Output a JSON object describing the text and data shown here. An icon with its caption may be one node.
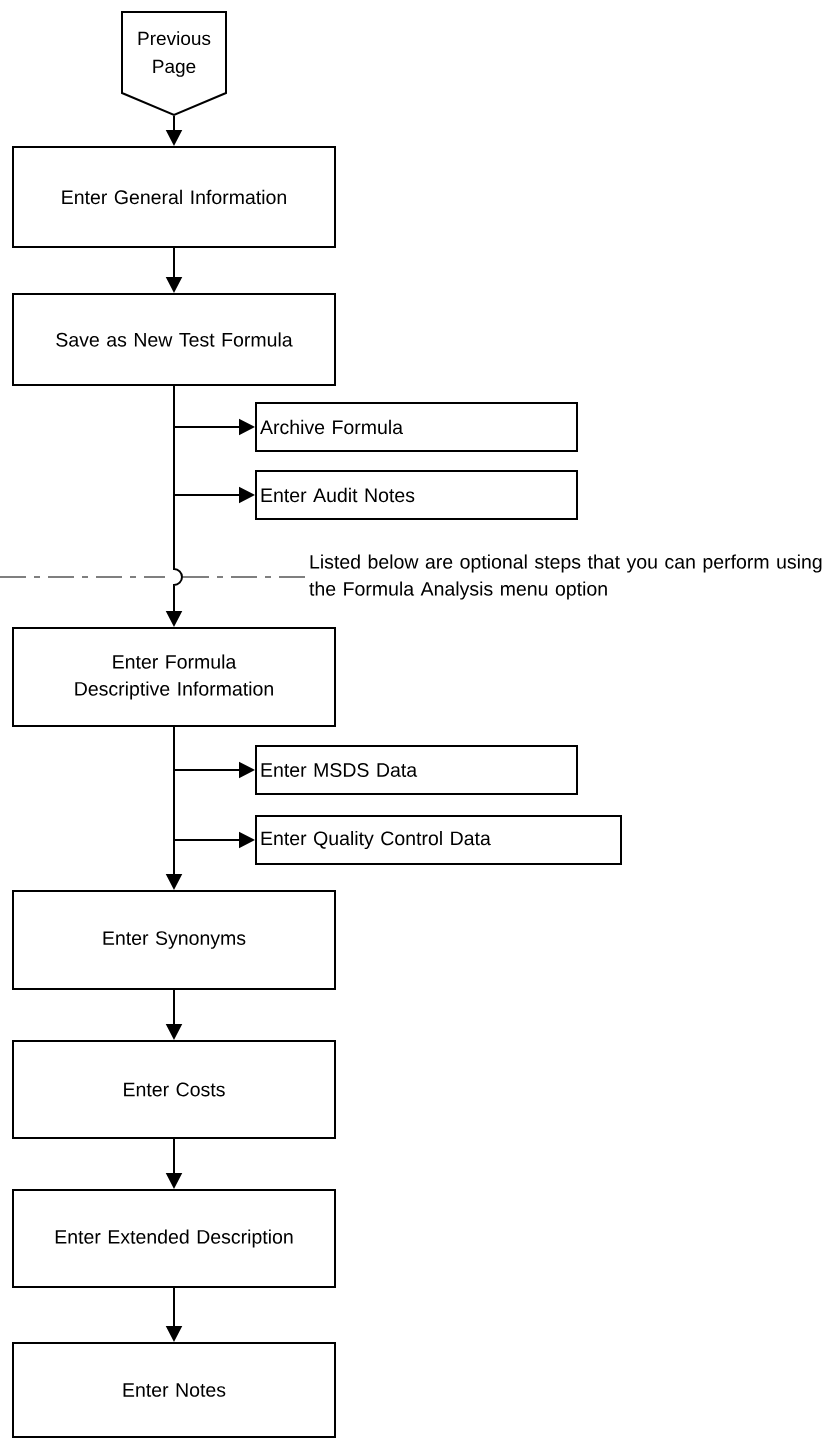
{
  "diagram": {
    "nodes": [
      {
        "text": [
          "Previous Page"
        ]
      },
      {
        "text": [
          "Enter General Information"
        ]
      },
      {
        "text": [
          "Save as New Test Formula"
        ]
      },
      {
        "text": [
          "Archive Formula"
        ]
      },
      {
        "text": [
          "Enter Audit Notes"
        ]
      },
      {
        "text": [
          "Enter Formula Descriptive Information"
        ]
      },
      {
        "text": [
          "Enter MSDS Data"
        ]
      },
      {
        "text": [
          "Enter Quality Control Data"
        ]
      },
      {
        "text": [
          "Enter Synonyms"
        ]
      },
      {
        "text": [
          "Enter Costs"
        ]
      },
      {
        "text": [
          "Enter Extended Description"
        ]
      },
      {
        "text": [
          "Enter Notes"
        ]
      }
    ],
    "edges": [
      {
        "from": 0,
        "to": 1,
        "arrow": "to"
      },
      {
        "from": 1,
        "to": 2,
        "arrow": "to"
      },
      {
        "from": 2,
        "to": 3,
        "arrow": "to"
      },
      {
        "from": 2,
        "to": 4,
        "arrow": "to"
      },
      {
        "from": 2,
        "to": 5,
        "arrow": "to"
      },
      {
        "from": 5,
        "to": 6,
        "arrow": "to"
      },
      {
        "from": 5,
        "to": 7,
        "arrow": "to"
      },
      {
        "from": 5,
        "to": 8,
        "arrow": "to"
      },
      {
        "from": 8,
        "to": 9,
        "arrow": "to"
      },
      {
        "from": 9,
        "to": 10,
        "arrow": "to"
      },
      {
        "from": 10,
        "to": 11,
        "arrow": "to"
      }
    ],
    "labels": [
      "Listed below are optional steps that you can perform using the Formula Analysis menu option"
    ]
  }
}
